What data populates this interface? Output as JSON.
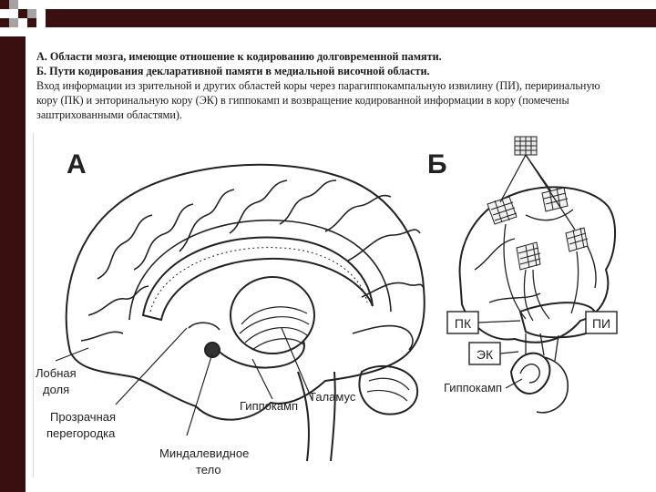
{
  "caption": {
    "line_a": "А. Области мозга, имеющие отношение к кодированию долговременной памяти.",
    "line_b": "Б. Пути кодирования декларативной памяти в медиальной височной области.",
    "line_c": "Вход информации из зрительной и других областей коры через парагиппокампальную извилину (ПИ), периринальную кору (ПК) и энторинальную кору (ЭК) в гиппокамп и возвращение кодированной информации в кору (помечены заштрихованными областями)."
  },
  "figure_a": {
    "panel_letter": "А",
    "labels": {
      "frontal_lobe": [
        "Лобная",
        "доля"
      ],
      "septum": [
        "Прозрачная",
        "перегородка"
      ],
      "amygdala": [
        "Миндалевидное",
        "тело"
      ],
      "hippocampus": "Гиппокамп",
      "thalamus": "Таламус"
    }
  },
  "figure_b": {
    "panel_letter": "Б",
    "labels": {
      "pk": "ПК",
      "pi": "ПИ",
      "ek": "ЭК",
      "hippocampus": "Гиппокамп"
    }
  },
  "colors": {
    "frame": "#3a0f0f",
    "accent_gray": "#a7a2a2"
  }
}
